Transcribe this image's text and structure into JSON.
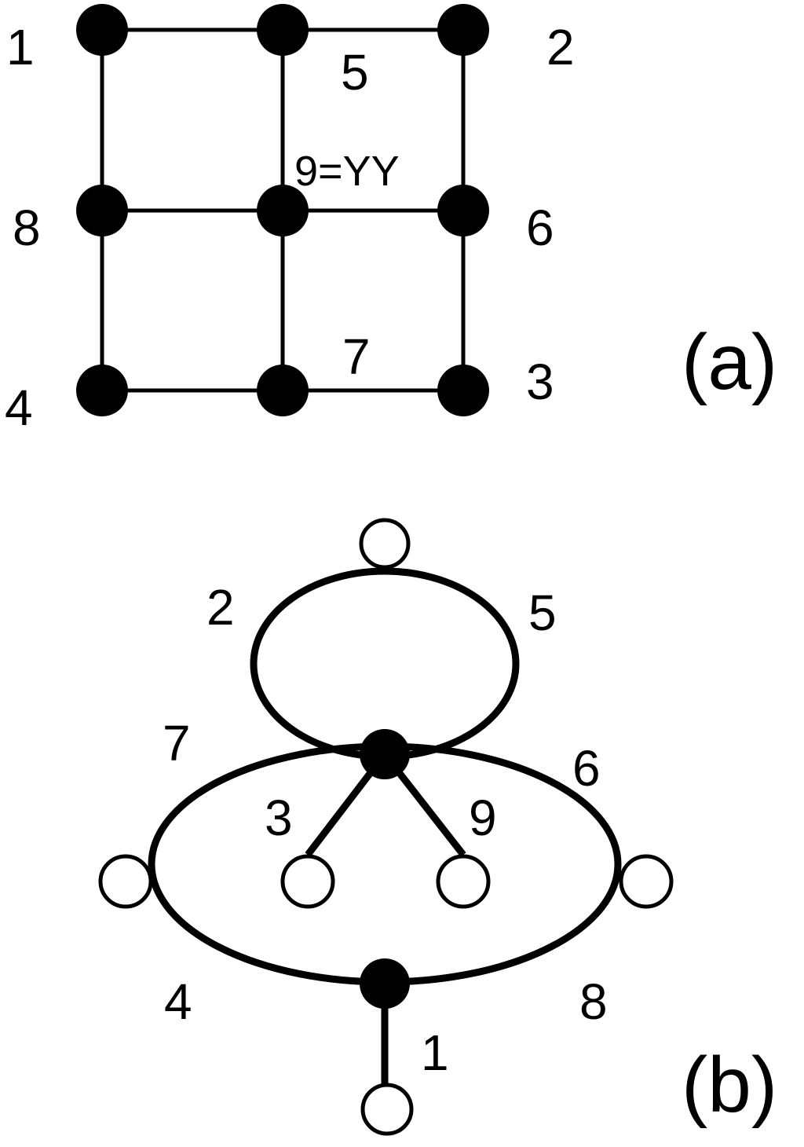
{
  "colors": {
    "ink": "#000000",
    "paper": "#ffffff"
  },
  "panel_a": {
    "label": "(a)",
    "nodes": [
      {
        "id": "1",
        "label": "1"
      },
      {
        "id": "5",
        "label": "5"
      },
      {
        "id": "2",
        "label": "2"
      },
      {
        "id": "8",
        "label": "8"
      },
      {
        "id": "9",
        "label": "9=YY"
      },
      {
        "id": "6",
        "label": "6"
      },
      {
        "id": "4",
        "label": "4"
      },
      {
        "id": "7",
        "label": "7"
      },
      {
        "id": "3",
        "label": "3"
      }
    ],
    "edges": [
      [
        "1",
        "5"
      ],
      [
        "5",
        "2"
      ],
      [
        "8",
        "9"
      ],
      [
        "9",
        "6"
      ],
      [
        "4",
        "7"
      ],
      [
        "7",
        "3"
      ],
      [
        "1",
        "8"
      ],
      [
        "8",
        "4"
      ],
      [
        "5",
        "9"
      ],
      [
        "9",
        "7"
      ],
      [
        "2",
        "6"
      ],
      [
        "6",
        "3"
      ]
    ]
  },
  "panel_b": {
    "label": "(b)",
    "edge_labels": {
      "e2": "2",
      "e5": "5",
      "e7": "7",
      "e6": "6",
      "e3": "3",
      "e9": "9",
      "e4": "4",
      "e8": "8",
      "e1": "1"
    }
  }
}
